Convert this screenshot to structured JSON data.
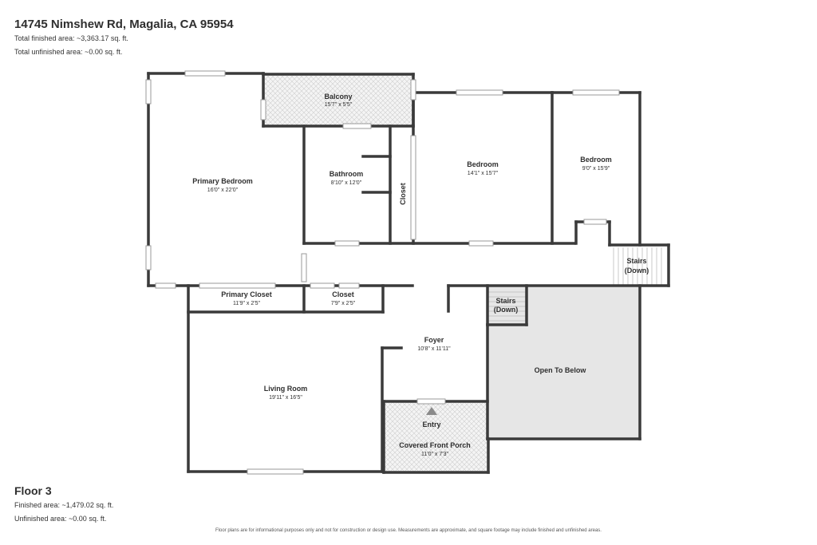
{
  "header": {
    "address": "14745 Nimshew Rd, Magalia, CA 95954",
    "total_finished": "Total finished area: ~3,363.17 sq. ft.",
    "total_unfinished": "Total unfinished area: ~0.00 sq. ft."
  },
  "floor": {
    "name": "Floor 3",
    "finished": "Finished area: ~1,479.02 sq. ft.",
    "unfinished": "Unfinished area: ~0.00 sq. ft."
  },
  "disclaimer": "Floor plans are for informational purposes only and not for construction or design use. Measurements are approximate, and square footage may include finished and unfinished areas.",
  "rooms": {
    "balcony": {
      "name": "Balcony",
      "dims": "15'7\" x 5'5\""
    },
    "primary_bedroom": {
      "name": "Primary Bedroom",
      "dims": "16'0\" x 22'0\""
    },
    "bathroom": {
      "name": "Bathroom",
      "dims": "8'10\" x 12'0\""
    },
    "closet_vertical": {
      "name": "Closet"
    },
    "bedroom_1": {
      "name": "Bedroom",
      "dims": "14'1\" x 15'7\""
    },
    "bedroom_2": {
      "name": "Bedroom",
      "dims": "9'0\" x 15'9\""
    },
    "stairs_right": {
      "line1": "Stairs",
      "line2": "(Down)"
    },
    "primary_closet": {
      "name": "Primary Closet",
      "dims": "11'9\" x 2'5\""
    },
    "closet_small": {
      "name": "Closet",
      "dims": "7'9\" x 2'5\""
    },
    "stairs_center": {
      "line1": "Stairs",
      "line2": "(Down)"
    },
    "foyer": {
      "name": "Foyer",
      "dims": "10'8\" x 11'11\""
    },
    "open_to_below": {
      "name": "Open To Below"
    },
    "living_room": {
      "name": "Living Room",
      "dims": "19'11\" x 16'5\""
    },
    "entry": {
      "name": "Entry"
    },
    "covered_front_porch": {
      "name": "Covered Front Porch",
      "dims": "11'0\" x 7'3\""
    }
  }
}
